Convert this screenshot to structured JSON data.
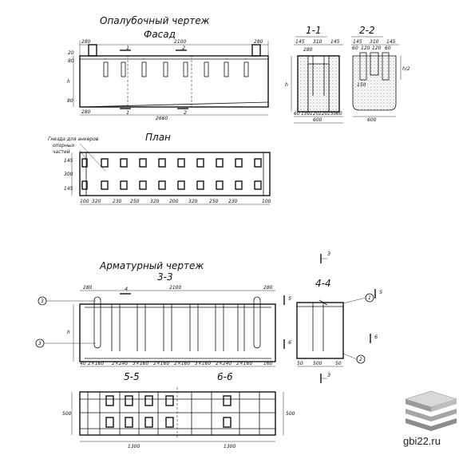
{
  "titles": {
    "formwork": "Опалубочный   чертеж",
    "facade": "Фасад",
    "plan": "План",
    "reinforcement": "Арматурный   чертеж"
  },
  "sections": {
    "s11": "1-1",
    "s22": "2-2",
    "s33": "3-3",
    "s44": "4-4",
    "s55": "5-5",
    "s66": "6-6",
    "m1": "1",
    "m2": "2",
    "m3": "3",
    "m4": "4",
    "m5": "5",
    "m6": "6"
  },
  "callouts": {
    "c1": "1",
    "c2": "2",
    "c3": "3",
    "c5": "5"
  },
  "plan_note": {
    "line1": "Гнезда для анкеров",
    "line2": "опорных",
    "line3": "частей"
  },
  "dims": {
    "facade_top_left": "280",
    "facade_top_mid": "2100",
    "facade_top_right": "280",
    "facade_bottom": "2660",
    "facade_bottom_left": "280",
    "facade_left_a": "20",
    "facade_left_b": "80",
    "facade_h": "h",
    "plan_row": [
      "100",
      "320",
      "230",
      "250",
      "320",
      "200",
      "320",
      "250",
      "230",
      "100"
    ],
    "plan_side": [
      "145",
      "300",
      "145"
    ],
    "s11_top": [
      "145",
      "310",
      "145"
    ],
    "s11_sub": "280",
    "s11_h": "h",
    "s11_bottom": [
      "60",
      "150",
      "120",
      "120",
      "150",
      "60"
    ],
    "s11_width": "600",
    "s22_top": [
      "145",
      "310",
      "145"
    ],
    "s22_sub": [
      "60",
      "120",
      "120",
      "60"
    ],
    "s22_r": "h/2",
    "s22_l": "150",
    "s22_width": "600",
    "rein_top": [
      "280",
      "2100",
      "280"
    ],
    "rein_h": "h",
    "rein_bottom": [
      "40",
      "2×160",
      "2×240",
      "3×160",
      "2×160",
      "2×160",
      "3×160",
      "2×240",
      "2×160",
      "160"
    ],
    "s44_bottom": [
      "50",
      "500",
      "50"
    ],
    "s55_left": "500",
    "s66_right": "500",
    "s56_bottom_left": "1300",
    "s56_bottom_right": "1300"
  },
  "brand": "gbi22.ru"
}
